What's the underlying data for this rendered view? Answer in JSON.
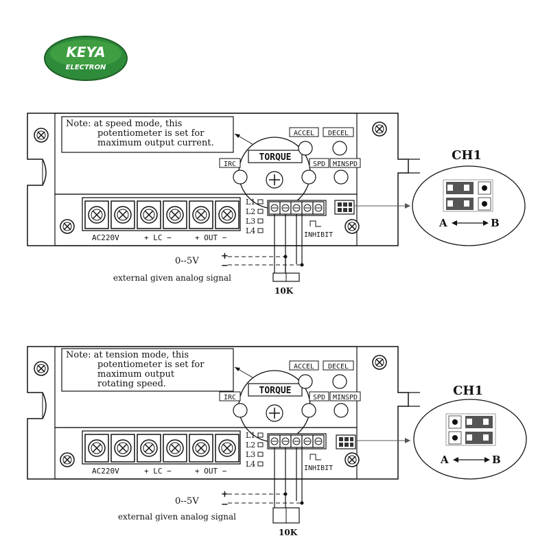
{
  "logo": {
    "line1": "KEYA",
    "line2": "ELECTRON",
    "color": "#2e8b3a"
  },
  "panels": [
    {
      "note": [
        "Note: at speed mode, this",
        "potentiometer is set for",
        "maximum output current."
      ],
      "ch1": "CH1",
      "jumper_ab": [
        "A",
        "B"
      ]
    },
    {
      "note": [
        "Note: at tension mode, this",
        "potentiometer is set for",
        "maximum output",
        "rotating speed."
      ],
      "ch1": "CH1",
      "jumper_ab": [
        "A",
        "B"
      ]
    }
  ],
  "labels": {
    "torque": "TORQUE",
    "accel": "ACCEL",
    "decel": "DECEL",
    "irc": "IRC",
    "spd": "SPD",
    "minspd": "MINSPD",
    "l1": "L1",
    "l2": "L2",
    "l3": "L3",
    "l4": "L4",
    "inhibit": "INHIBIT",
    "ac220v": "AC220V",
    "lc": "+ LC −",
    "out": "+ OUT −",
    "voltage": "0--5V",
    "signal": "external given analog signal",
    "pot": "10K"
  }
}
